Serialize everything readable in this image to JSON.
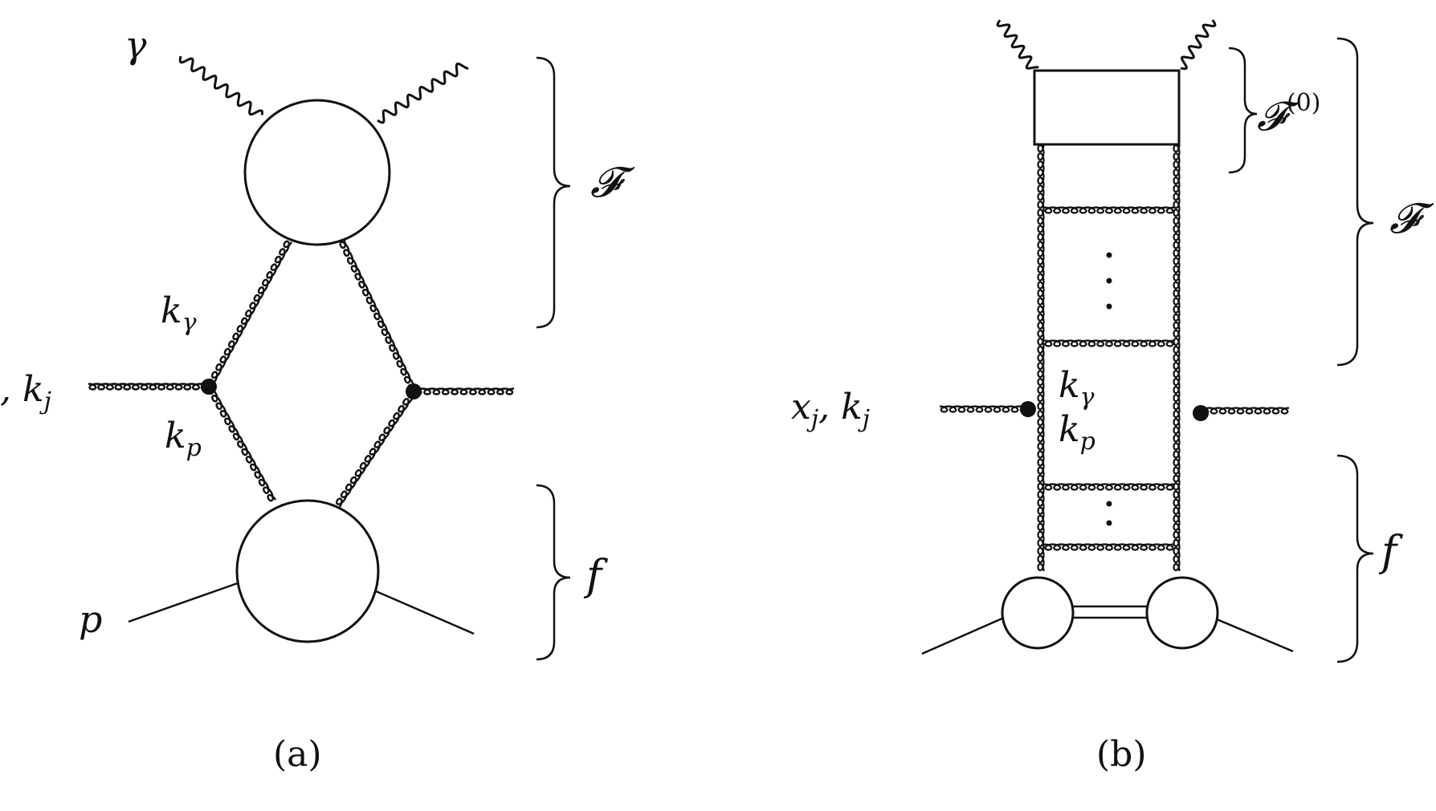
{
  "panel_a": {
    "label_photon": "γ",
    "label_k_gamma": "k",
    "label_k_gamma_sub": "γ",
    "label_jet": ", k",
    "label_jet_sub": "j",
    "label_k_p": "k",
    "label_k_p_sub": "p",
    "label_proton": "p",
    "brace_upper_label": "𝓕",
    "brace_lower_label": "f",
    "caption": "(a)"
  },
  "panel_b": {
    "label_F0": "𝓕",
    "label_F0_sup": "(0)",
    "label_F": "𝓕",
    "label_jet_x": "x",
    "label_jet_x_sub": "j",
    "label_jet_k": ", k",
    "label_jet_k_sub": "j",
    "label_k_gamma": "k",
    "label_k_gamma_sub": "γ",
    "label_k_p": "k",
    "label_k_p_sub": "p",
    "label_f": "f",
    "caption": "(b)"
  }
}
